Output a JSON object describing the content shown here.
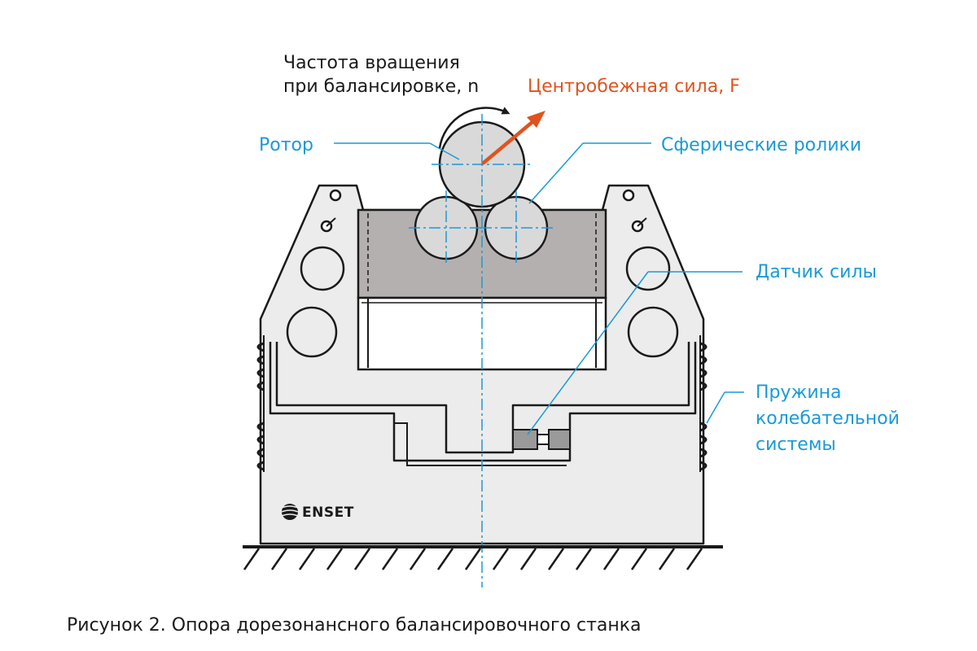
{
  "labels": {
    "rotation_speed_line1": "Частота вращения",
    "rotation_speed_line2": "при балансировке, n",
    "centrifugal_force": "Центробежная сила, F",
    "rotor": "Ротор",
    "spherical_rollers": "Сферические ролики",
    "force_sensor": "Датчик силы",
    "spring_line1": "Пружина",
    "spring_line2": "колебательной",
    "spring_line3": "системы"
  },
  "logo": "ENSET",
  "caption": "Рисунок 2. Опора дорезонансного балансировочного станка",
  "colors": {
    "outline": "#1a1a1a",
    "body_fill": "#ececec",
    "cradle_fill": "#b5b0b0",
    "roller_fill": "#d9d9d9",
    "sensor_fill": "#9a9a9a",
    "label_blue": "#1a9ad6",
    "force_orange": "#e0531f"
  }
}
